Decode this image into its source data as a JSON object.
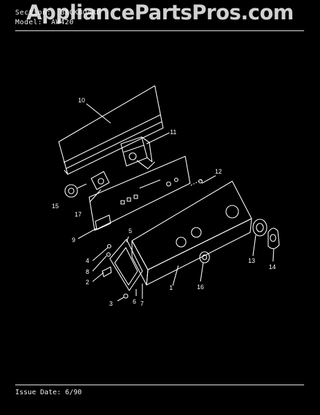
{
  "header": {
    "section_line": "Section:  BACKBOARD",
    "model_line": "Model:  AW420"
  },
  "watermark": "AppliancePartsPros.com",
  "footer": {
    "issue_date": "Issue Date: 6/90"
  },
  "callouts": [
    "10",
    "11",
    "12",
    "15",
    "17",
    "9",
    "5",
    "4",
    "8",
    "2",
    "3",
    "6",
    "7",
    "1",
    "16",
    "13",
    "14"
  ],
  "colors": {
    "background": "#000000",
    "linework": "#ffffff"
  }
}
